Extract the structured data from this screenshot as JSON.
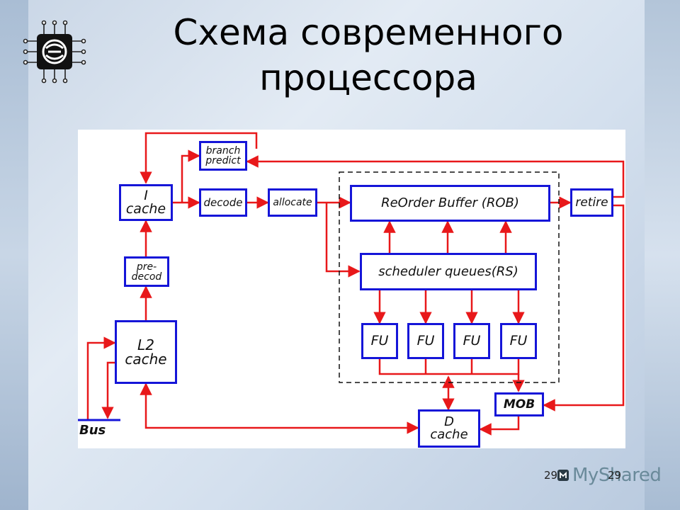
{
  "slide": {
    "title": "Схема современного процессора",
    "page_number": "29",
    "page_number_2": "29",
    "watermark": "MyShared"
  },
  "diagram": {
    "blocks": {
      "branch_predict": "branch\npredict",
      "i_cache": "I\ncache",
      "decode": "decode",
      "allocate": "allocate",
      "rob": "ReOrder Buffer (ROB)",
      "retire": "retire",
      "pre_decod": "pre-\ndecod",
      "scheduler": "scheduler queues(RS)",
      "fu": [
        "FU",
        "FU",
        "FU",
        "FU"
      ],
      "l2_cache": "L2\ncache",
      "mob": "MOB",
      "bus": "Bus",
      "d_cache": "D\ncache"
    },
    "colors": {
      "box_border": "#1515d8",
      "arrow": "#e8181a"
    }
  }
}
